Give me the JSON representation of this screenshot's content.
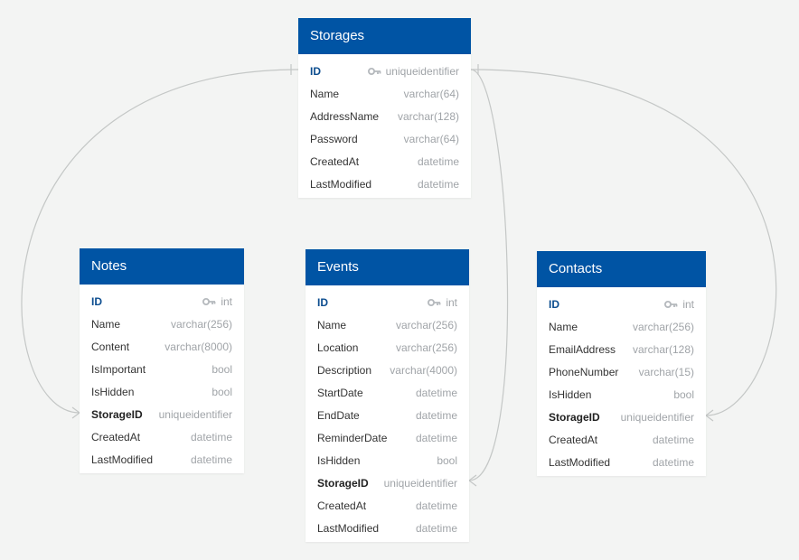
{
  "colors": {
    "header": "#0054a4",
    "background": "#f3f4f3",
    "type_text": "#a0a4a8",
    "pk_text": "#0c4d8f",
    "link": "#c4c7c6"
  },
  "tables": {
    "storages": {
      "title": "Storages",
      "fields": [
        {
          "name": "ID",
          "type": "uniqueidentifier",
          "pk": true
        },
        {
          "name": "Name",
          "type": "varchar(64)"
        },
        {
          "name": "AddressName",
          "type": "varchar(128)"
        },
        {
          "name": "Password",
          "type": "varchar(64)"
        },
        {
          "name": "CreatedAt",
          "type": "datetime"
        },
        {
          "name": "LastModified",
          "type": "datetime"
        }
      ]
    },
    "notes": {
      "title": "Notes",
      "fields": [
        {
          "name": "ID",
          "type": "int",
          "pk": true
        },
        {
          "name": "Name",
          "type": "varchar(256)"
        },
        {
          "name": "Content",
          "type": "varchar(8000)"
        },
        {
          "name": "IsImportant",
          "type": "bool"
        },
        {
          "name": "IsHidden",
          "type": "bool"
        },
        {
          "name": "StorageID",
          "type": "uniqueidentifier",
          "fk": true
        },
        {
          "name": "CreatedAt",
          "type": "datetime"
        },
        {
          "name": "LastModified",
          "type": "datetime"
        }
      ]
    },
    "events": {
      "title": "Events",
      "fields": [
        {
          "name": "ID",
          "type": "int",
          "pk": true
        },
        {
          "name": "Name",
          "type": "varchar(256)"
        },
        {
          "name": "Location",
          "type": "varchar(256)"
        },
        {
          "name": "Description",
          "type": "varchar(4000)"
        },
        {
          "name": "StartDate",
          "type": "datetime"
        },
        {
          "name": "EndDate",
          "type": "datetime"
        },
        {
          "name": "ReminderDate",
          "type": "datetime"
        },
        {
          "name": "IsHidden",
          "type": "bool"
        },
        {
          "name": "StorageID",
          "type": "uniqueidentifier",
          "fk": true
        },
        {
          "name": "CreatedAt",
          "type": "datetime"
        },
        {
          "name": "LastModified",
          "type": "datetime"
        }
      ]
    },
    "contacts": {
      "title": "Contacts",
      "fields": [
        {
          "name": "ID",
          "type": "int",
          "pk": true
        },
        {
          "name": "Name",
          "type": "varchar(256)"
        },
        {
          "name": "EmailAddress",
          "type": "varchar(128)"
        },
        {
          "name": "PhoneNumber",
          "type": "varchar(15)"
        },
        {
          "name": "IsHidden",
          "type": "bool"
        },
        {
          "name": "StorageID",
          "type": "uniqueidentifier",
          "fk": true
        },
        {
          "name": "CreatedAt",
          "type": "datetime"
        },
        {
          "name": "LastModified",
          "type": "datetime"
        }
      ]
    }
  },
  "relationships": [
    {
      "from": "notes.StorageID",
      "to": "storages.ID",
      "cardinality": "many-to-one"
    },
    {
      "from": "events.StorageID",
      "to": "storages.ID",
      "cardinality": "many-to-one"
    },
    {
      "from": "contacts.StorageID",
      "to": "storages.ID",
      "cardinality": "many-to-one"
    }
  ]
}
